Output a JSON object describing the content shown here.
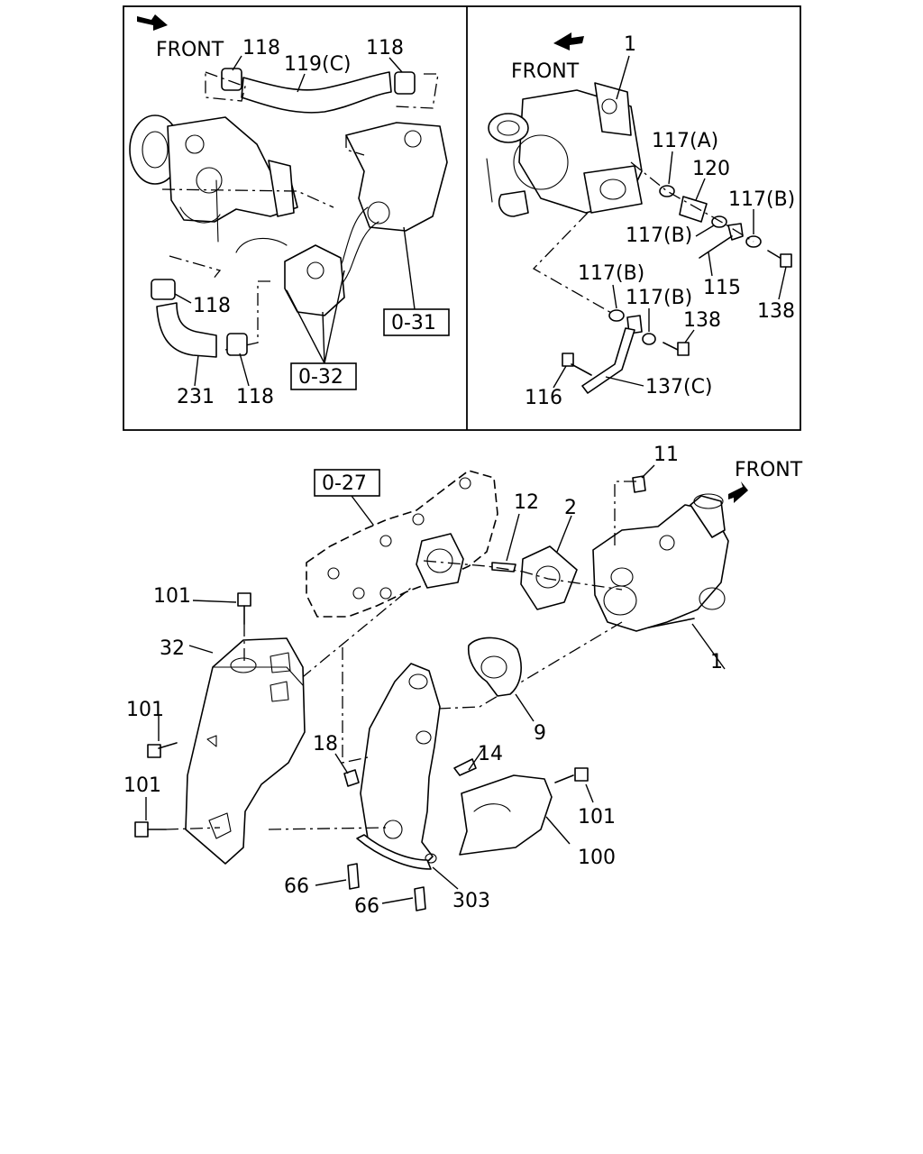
{
  "front_labels": [
    "FRONT",
    "FRONT",
    "FRONT"
  ],
  "ref_boxes": [
    "0-31",
    "0-32",
    "0-27"
  ],
  "top_left_callouts": [
    "118",
    "119(C)",
    "118",
    "118",
    "231",
    "118"
  ],
  "top_right_callouts": [
    "1",
    "117(A)",
    "120",
    "117(B)",
    "117(B)",
    "115",
    "138",
    "117(B)",
    "117(B)",
    "138",
    "137(C)",
    "116"
  ],
  "bottom_callouts": [
    "11",
    "12",
    "2",
    "1",
    "101",
    "32",
    "101",
    "101",
    "18",
    "14",
    "9",
    "101",
    "100",
    "66",
    "66",
    "303"
  ],
  "icons": [
    "front-arrow-icon"
  ]
}
